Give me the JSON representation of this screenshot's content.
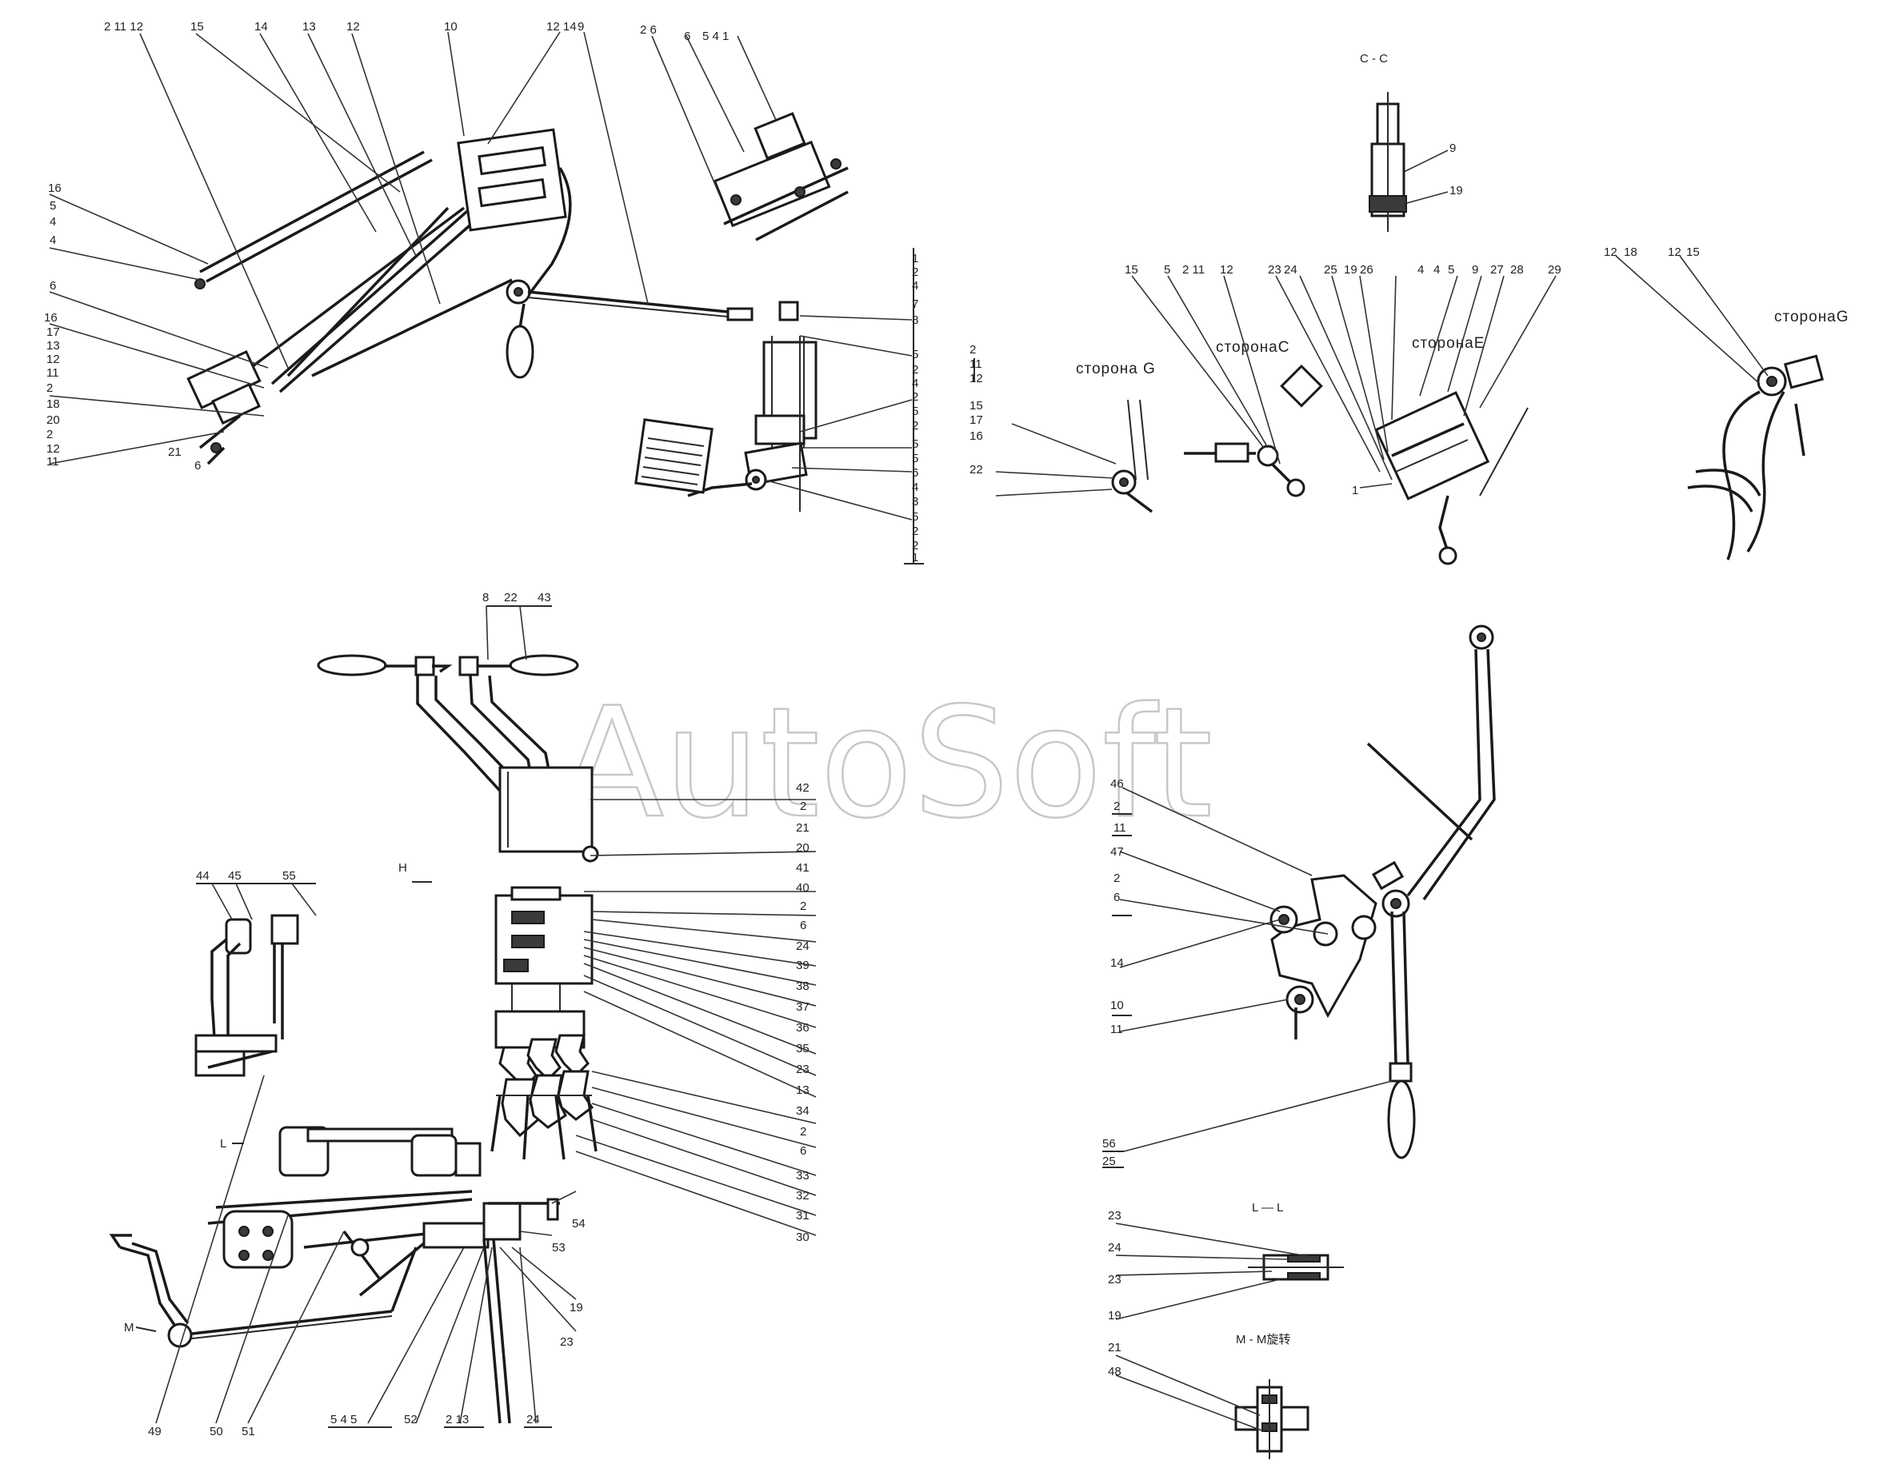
{
  "watermark": "AutoSoft",
  "views": {
    "side_g_1": "сторона G",
    "side_c": "сторонаC",
    "side_e": "сторонаE",
    "side_g_2": "сторонаG",
    "section_cc": "C - C",
    "section_ll": "L — L",
    "section_mm": "M - M旋转",
    "marker_h": "H",
    "marker_l": "L",
    "marker_m": "M"
  },
  "callouts": {
    "tl": [
      "2 11 12",
      "15",
      "14",
      "13",
      "12",
      "10",
      "12 14",
      "9",
      "16",
      "5",
      "4",
      "4",
      "6",
      "16",
      "17",
      "13",
      "12",
      "11",
      "2",
      "18",
      "20",
      "2",
      "12",
      "11",
      "21",
      "6"
    ],
    "tc": [
      "2 6",
      "6",
      "5 4 1"
    ],
    "pedal": [
      "1",
      "2",
      "4",
      "7",
      "8",
      "5",
      "2",
      "4",
      "2",
      "5",
      "2",
      "5",
      "5",
      "6",
      "4",
      "3",
      "5",
      "2",
      "2",
      "1"
    ],
    "cc": [
      "9",
      "19"
    ],
    "mid": [
      "2",
      "11",
      "12",
      "15",
      "17",
      "16",
      "22",
      "15",
      "5",
      "2 11",
      "12",
      "23",
      "24",
      "25",
      "19",
      "26",
      "4",
      "4",
      "5",
      "9",
      "27",
      "28",
      "29",
      "1",
      "12",
      "18",
      "12",
      "15"
    ],
    "lever_left": [
      "8",
      "22",
      "43",
      "42",
      "2",
      "21",
      "20",
      "41",
      "40",
      "2",
      "6",
      "24",
      "39",
      "38",
      "37",
      "36",
      "35",
      "23",
      "13",
      "34",
      "2",
      "6",
      "33",
      "32",
      "31",
      "30",
      "44",
      "45",
      "55",
      "54",
      "53",
      "19",
      "23",
      "49",
      "50",
      "51",
      "5 4 5",
      "52",
      "2 13",
      "24"
    ],
    "lever_right": [
      "46",
      "2",
      "11",
      "47",
      "2",
      "6",
      "14",
      "10",
      "11",
      "56",
      "25",
      "23",
      "24",
      "23",
      "19",
      "21",
      "48"
    ]
  }
}
